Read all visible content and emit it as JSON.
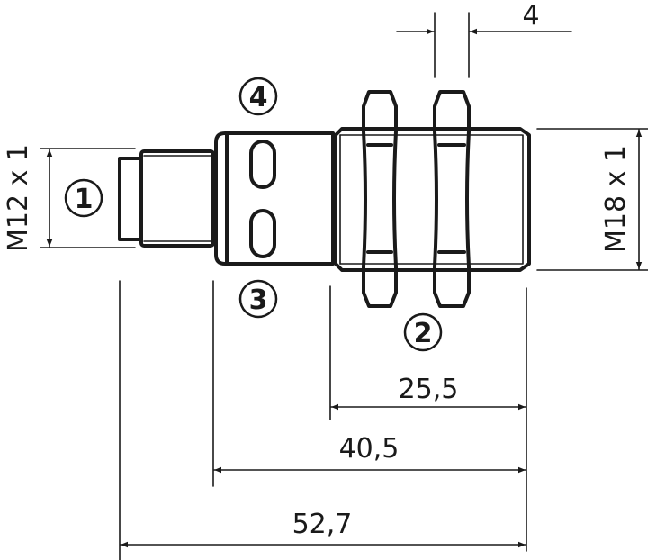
{
  "dimensions": {
    "thread_left": "M12 x 1",
    "thread_right": "M18 x 1",
    "nut_width": "4",
    "thread_length": "25,5",
    "housing_length": "40,5",
    "total_length": "52,7"
  },
  "callouts": [
    "1",
    "2",
    "3",
    "4"
  ],
  "colors": {
    "line": "#1a1a1a",
    "background": "#ffffff"
  }
}
